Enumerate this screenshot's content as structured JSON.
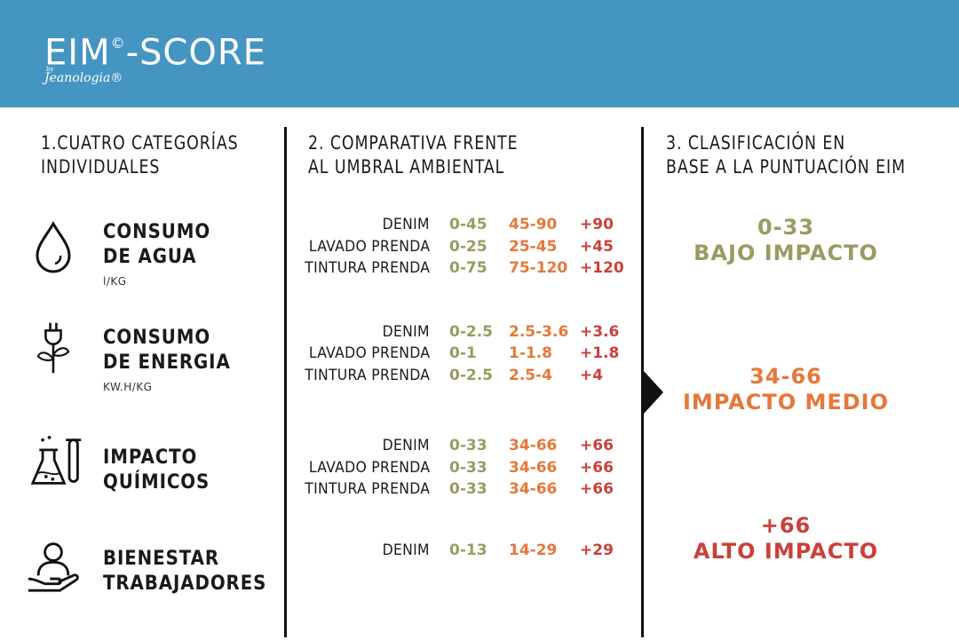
{
  "header": {
    "logo": "EIM",
    "logo_mark": "©",
    "logo_suffix": "-SCORE",
    "by": "by",
    "brand": "Jeanologia®",
    "bg": "#4595c3"
  },
  "columns": {
    "col1_title": "1.CUATRO CATEGORÍAS\nINDIVIDUALES",
    "col2_title": "2. COMPARATIVA FRENTE\nAL UMBRAL AMBIENTAL",
    "col3_title": "3. CLASIFICACIÓN EN\nBASE A LA PUNTUACIÓN EIM"
  },
  "categories": [
    {
      "name": "CONSUMO\nDE AGUA",
      "unit": "l/KG",
      "icon": "water-drop-icon"
    },
    {
      "name": "CONSUMO\nDE ENERGIA",
      "unit": "KW.H/KG",
      "icon": "plug-plant-icon"
    },
    {
      "name": "IMPACTO\nQUÍMICOS",
      "unit": "",
      "icon": "flask-icon"
    },
    {
      "name": "BIENESTAR\nTRABAJADORES",
      "unit": "",
      "icon": "worker-hand-icon"
    }
  ],
  "thresholds": {
    "water": [
      {
        "label": "DENIM",
        "low": "0-45",
        "mid": "45-90",
        "high": "+90"
      },
      {
        "label": "LAVADO PRENDA",
        "low": "0-25",
        "mid": "25-45",
        "high": "+45"
      },
      {
        "label": "TINTURA PRENDA",
        "low": "0-75",
        "mid": "75-120",
        "high": "+120"
      }
    ],
    "energy": [
      {
        "label": "DENIM",
        "low": "0-2.5",
        "mid": "2.5-3.6",
        "high": "+3.6"
      },
      {
        "label": "LAVADO PRENDA",
        "low": "0-1",
        "mid": "1-1.8",
        "high": "+1.8"
      },
      {
        "label": "TINTURA PRENDA",
        "low": "0-2.5",
        "mid": "2.5-4",
        "high": "+4"
      }
    ],
    "chemicals": [
      {
        "label": "DENIM",
        "low": "0-33",
        "mid": "34-66",
        "high": "+66"
      },
      {
        "label": "LAVADO PRENDA",
        "low": "0-33",
        "mid": "34-66",
        "high": "+66"
      },
      {
        "label": "TINTURA PRENDA",
        "low": "0-33",
        "mid": "34-66",
        "high": "+66"
      }
    ],
    "workers": [
      {
        "label": "DENIM",
        "low": "0-13",
        "mid": "14-29",
        "high": "+29"
      }
    ]
  },
  "classification": [
    {
      "range": "0-33",
      "label": "BAJO IMPACTO",
      "color": "#9a9a62"
    },
    {
      "range": "34-66",
      "label": "IMPACTO MEDIO",
      "color": "#e5783a"
    },
    {
      "range": "+66",
      "label": "ALTO IMPACTO",
      "color": "#c8413a"
    }
  ]
}
